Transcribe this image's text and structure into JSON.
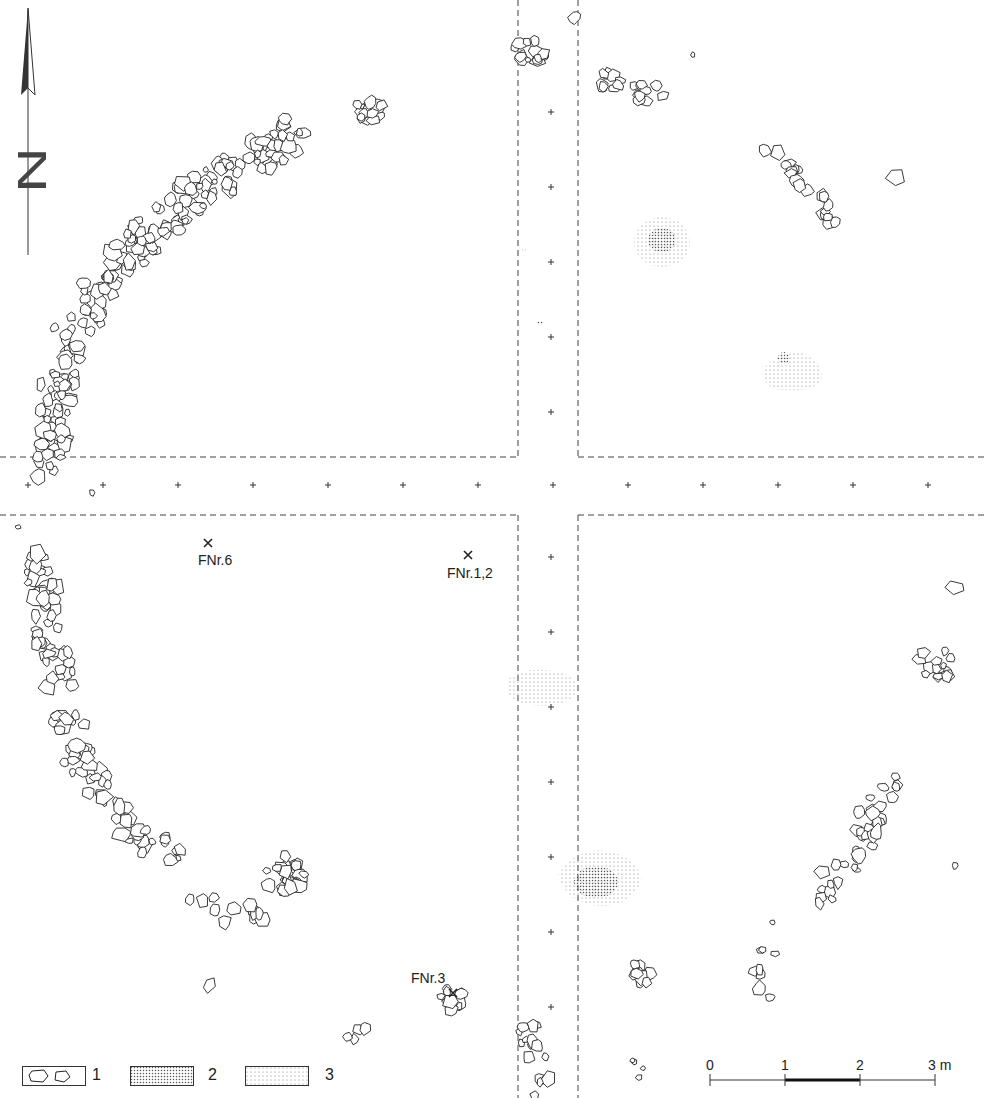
{
  "diagram": {
    "labels": [
      "N",
      "FNr.6",
      "FNr.1,2",
      "FNr.3",
      "0",
      "1",
      "2",
      "3 m"
    ],
    "legend": [
      {
        "text": "1"
      },
      {
        "text": "2"
      },
      {
        "text": "3"
      }
    ]
  }
}
